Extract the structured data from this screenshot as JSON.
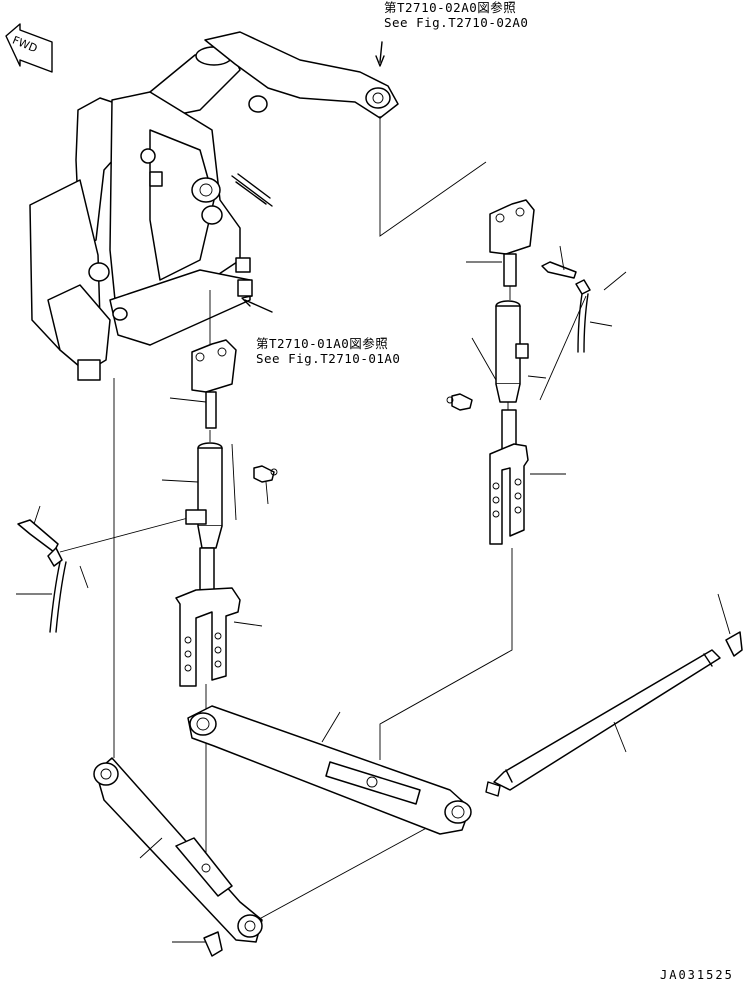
{
  "direction_label": "FWD",
  "references": [
    {
      "jp": "第T2710-02A0図参照",
      "en": "See Fig.T2710-02A0"
    },
    {
      "jp": "第T2710-01A0図参照",
      "en": "See Fig.T2710-01A0"
    }
  ],
  "drawing_code": "JA031525"
}
